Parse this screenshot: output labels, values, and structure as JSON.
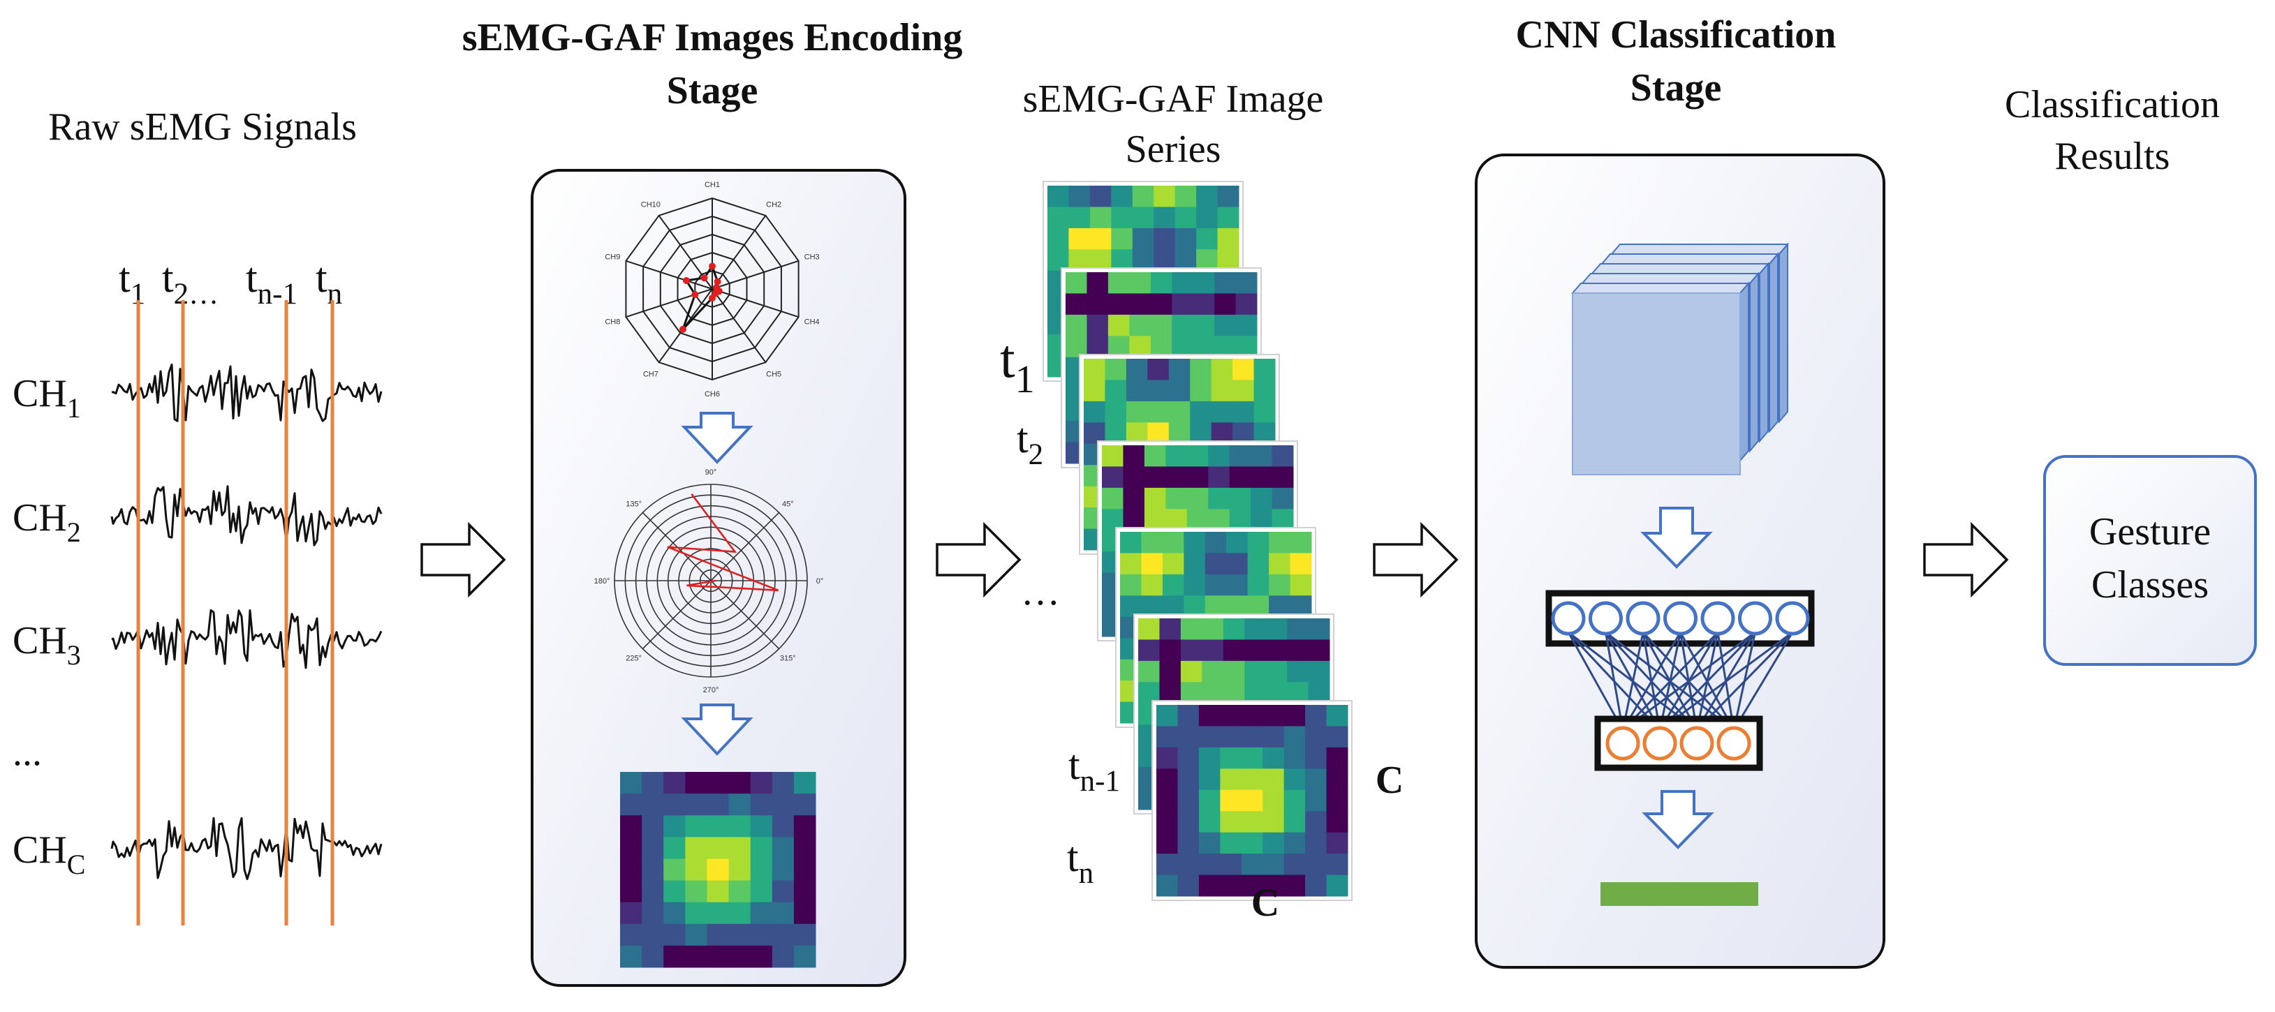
{
  "columns": {
    "raw_title": "Raw sEMG Signals",
    "encoding_title_line1": "sEMG-GAF Images Encoding",
    "encoding_title_line2": "Stage",
    "series_title_line1": "sEMG-GAF Image",
    "series_title_line2": "Series",
    "cnn_title_line1": "CNN Classification",
    "cnn_title_line2": "Stage",
    "results_title_line1": "Classification",
    "results_title_line2": "Results"
  },
  "time_labels": [
    {
      "base": "t",
      "sub": "1"
    },
    {
      "base": "t",
      "sub": "2…"
    },
    {
      "base": "t",
      "sub": "n-1"
    },
    {
      "base": "t",
      "sub": "n"
    }
  ],
  "channels": [
    {
      "base": "CH",
      "sub": "1"
    },
    {
      "base": "CH",
      "sub": "2"
    },
    {
      "base": "CH",
      "sub": "3"
    },
    {
      "base": "...",
      "sub": ""
    },
    {
      "base": "CH",
      "sub": "C"
    }
  ],
  "series_labels": [
    {
      "base": "t",
      "sub": "1"
    },
    {
      "base": "t",
      "sub": "2"
    },
    {
      "base": "…",
      "sub": ""
    },
    {
      "base": "t",
      "sub": "n-1"
    },
    {
      "base": "t",
      "sub": "n"
    }
  ],
  "matrix_dim_right": "C",
  "matrix_dim_bottom": "C",
  "radar_labels": [
    "CH1",
    "CH2",
    "CH3",
    "CH4",
    "CH5",
    "CH6",
    "CH7",
    "CH8",
    "CH9",
    "CH10"
  ],
  "polar_labels": [
    "90°",
    "45°",
    "0°",
    "315°",
    "270°",
    "225°",
    "180°",
    "135°"
  ],
  "result_box": {
    "line1": "Gesture",
    "line2": "Classes"
  },
  "colors": {
    "time_marker": "#e8823c",
    "cnn_block": "#b4c7e7",
    "fc_layer1": "#4472c4",
    "fc_layer2": "#ed7d31",
    "output_bar": "#70ad47",
    "viridis_dark": "#440154",
    "viridis_yellow": "#fde725"
  }
}
